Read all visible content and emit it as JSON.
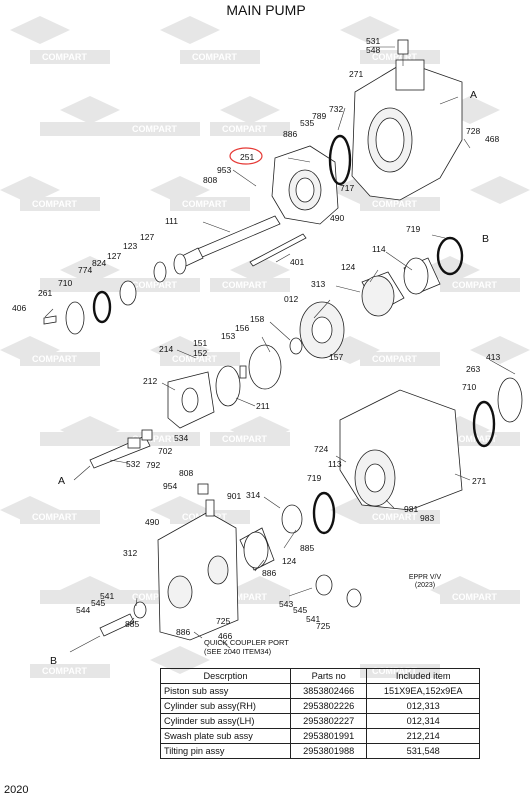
{
  "title": "MAIN PUMP",
  "footer": "2020",
  "watermark": "COMPART",
  "view_labels": {
    "A1": "A",
    "B1": "B",
    "A2": "A",
    "B2": "B"
  },
  "highlight_callout": "251",
  "callouts": {
    "c531": "531",
    "c548": "548",
    "c271a": "271",
    "c732": "732",
    "c789": "789",
    "c535": "535",
    "c886a": "886",
    "c728": "728",
    "c468": "468",
    "c953": "953",
    "c808a": "808",
    "c717": "717",
    "c490a": "490",
    "c111": "111",
    "c719a": "719",
    "c127a": "127",
    "c123": "123",
    "c824": "824",
    "c127b": "127",
    "c774": "774",
    "c114": "114",
    "c401": "401",
    "c124a": "124",
    "c261": "261",
    "c710a": "710",
    "c313": "313",
    "c406": "406",
    "c012": "012",
    "c158": "158",
    "c156": "156",
    "c153": "153",
    "c151": "151",
    "c214": "214",
    "c152": "152",
    "c157": "157",
    "c413": "413",
    "c263": "263",
    "c212": "212",
    "c710b": "710",
    "c211": "211",
    "c534": "534",
    "c702": "702",
    "c792": "792",
    "c724": "724",
    "c532": "532",
    "c113": "113",
    "c719b": "719",
    "c271b": "271",
    "c808b": "808",
    "c954": "954",
    "c901": "901",
    "c314": "314",
    "c981": "981",
    "c983": "983",
    "c490b": "490",
    "c312": "312",
    "c885a": "885",
    "c124b": "124",
    "c886b": "886",
    "c543": "543",
    "c545a": "545",
    "c541a": "541",
    "c725a": "725",
    "c541b": "541",
    "c545b": "545",
    "c544": "544",
    "c885b": "885",
    "c886c": "886",
    "c466": "466",
    "c725b": "725"
  },
  "eppr": {
    "line1": "EPPR V/V",
    "line2": "(2023)"
  },
  "note": {
    "line1": "QUICK COUPLER PORT",
    "line2": "(SEE 2040 ITEM34)"
  },
  "parts_table": {
    "headers": [
      "Descrption",
      "Parts no",
      "Included item"
    ],
    "rows": [
      {
        "desc": "Piston sub assy",
        "part": "3853802466",
        "items": "151X9EA,152x9EA"
      },
      {
        "desc": "Cylinder sub assy(RH)",
        "part": "2953802226",
        "items": "012,313"
      },
      {
        "desc": "Cylinder sub assy(LH)",
        "part": "2953802227",
        "items": "012,314"
      },
      {
        "desc": "Swash plate sub assy",
        "part": "2953801991",
        "items": "212,214"
      },
      {
        "desc": "Tilting pin assy",
        "part": "2953801988",
        "items": "531,548"
      }
    ]
  }
}
